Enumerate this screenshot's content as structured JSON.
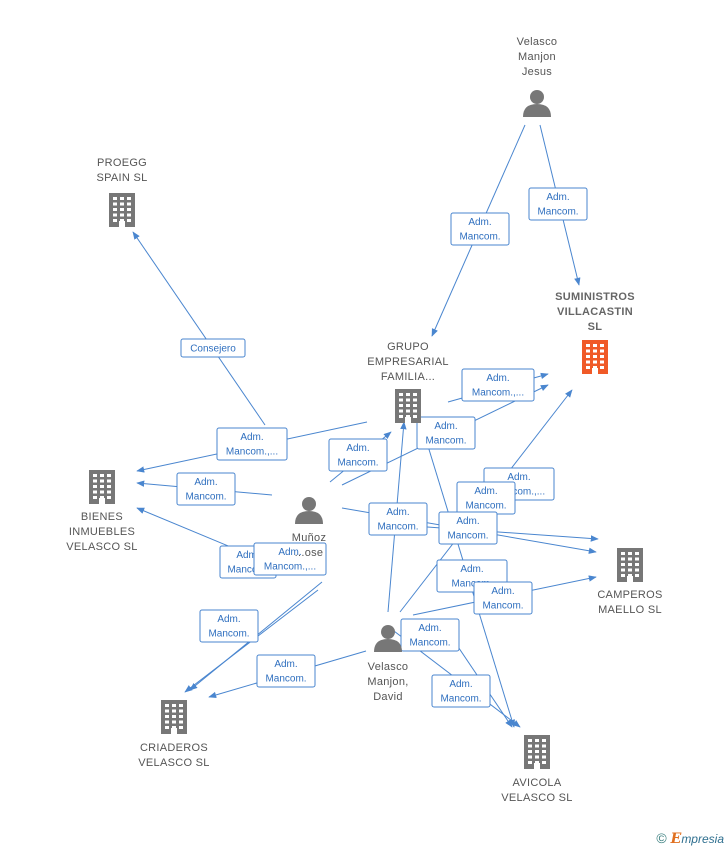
{
  "nodes": [
    {
      "id": "velasco_jesus",
      "type": "person",
      "lines": [
        "Velasco",
        "Manjon",
        "Jesus"
      ]
    },
    {
      "id": "proegg",
      "type": "company",
      "lines": [
        "PROEGG",
        "SPAIN  SL"
      ]
    },
    {
      "id": "suministros",
      "type": "company",
      "highlight": true,
      "lines": [
        "SUMINISTROS",
        "VILLACASTIN",
        "SL"
      ]
    },
    {
      "id": "grupo",
      "type": "company",
      "lines": [
        "GRUPO",
        "EMPRESARIAL",
        "FAMILIA..."
      ]
    },
    {
      "id": "bienes",
      "type": "company",
      "lines": [
        "BIENES",
        "INMUEBLES",
        "VELASCO  SL"
      ]
    },
    {
      "id": "munoz",
      "type": "person",
      "lines": [
        "Muñoz",
        "...ose"
      ]
    },
    {
      "id": "camperos",
      "type": "company",
      "lines": [
        "CAMPEROS",
        "MAELLO  SL"
      ]
    },
    {
      "id": "velasco_david",
      "type": "person",
      "lines": [
        "Velasco",
        "Manjon,",
        "David"
      ]
    },
    {
      "id": "criaderos",
      "type": "company",
      "lines": [
        "CRIADEROS",
        "VELASCO  SL"
      ]
    },
    {
      "id": "avicola",
      "type": "company",
      "lines": [
        "AVICOLA",
        "VELASCO  SL"
      ]
    }
  ],
  "edges": [
    {
      "lines": [
        "Adm.",
        "Mancom."
      ]
    },
    {
      "lines": [
        "Adm.",
        "Mancom."
      ]
    },
    {
      "lines": [
        "Consejero"
      ]
    },
    {
      "lines": [
        "Adm.",
        "Mancom.,..."
      ]
    },
    {
      "lines": [
        "Adm.",
        "Mancom."
      ]
    },
    {
      "lines": [
        "Adm.",
        "Mancom.,..."
      ]
    },
    {
      "lines": [
        "Adm.",
        "Mancom."
      ]
    },
    {
      "lines": [
        "Adm.",
        "Mancom."
      ]
    },
    {
      "lines": [
        "Adm.",
        "Mancom.,..."
      ]
    },
    {
      "lines": [
        "Adm.",
        "Mancom."
      ]
    },
    {
      "lines": [
        "Adm.",
        "Mancom."
      ]
    },
    {
      "lines": [
        "Adm.",
        "Mancom."
      ]
    },
    {
      "lines": [
        "Adm.",
        "Mancom."
      ]
    },
    {
      "lines": [
        "Adm.",
        "Mancom.,..."
      ]
    },
    {
      "lines": [
        "Adm.",
        "Mancom."
      ]
    },
    {
      "lines": [
        "Adm.",
        "Mancom."
      ]
    },
    {
      "lines": [
        "Adm.",
        "Mancom."
      ]
    },
    {
      "lines": [
        "Adm.",
        "Mancom."
      ]
    },
    {
      "lines": [
        "Adm.",
        "Mancom."
      ]
    },
    {
      "lines": [
        "Adm.",
        "Mancom."
      ]
    }
  ],
  "footer": {
    "copyright": "©",
    "brand_initial": "E",
    "brand_rest": "mpresia"
  },
  "colors": {
    "edge": "#4a86cf",
    "node": "#777777",
    "highlight": "#f05a28"
  }
}
